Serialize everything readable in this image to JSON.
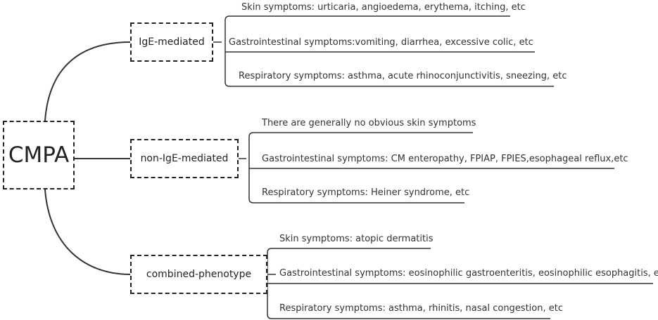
{
  "root": {
    "label": "CMPA"
  },
  "categories": [
    {
      "label": "IgE-mediated",
      "symptoms": [
        "Skin symptoms: urticaria, angioedema, erythema, itching, etc",
        "Gastrointestinal symptoms:vomiting, diarrhea, excessive colic,  etc",
        "Respiratory symptoms: asthma, acute rhinoconjunctivitis, sneezing, etc"
      ]
    },
    {
      "label": "non-IgE-mediated",
      "symptoms": [
        "There are generally no obvious skin symptoms",
        "Gastrointestinal symptoms: CM enteropathy, FPIAP, FPIES,esophageal reflux,etc",
        "Respiratory symptoms: Heiner syndrome, etc"
      ]
    },
    {
      "label": "combined-phenotype",
      "symptoms": [
        "Skin symptoms: atopic dermatitis",
        "Gastrointestinal symptoms: eosinophilic gastroenteritis, eosinophilic esophagitis, etc",
        "Respiratory symptoms: asthma, rhinitis, nasal congestion, etc"
      ]
    }
  ],
  "colors": {
    "line": "#333333",
    "box_border": "#222222",
    "text": "#333333",
    "background": "#ffffff"
  }
}
